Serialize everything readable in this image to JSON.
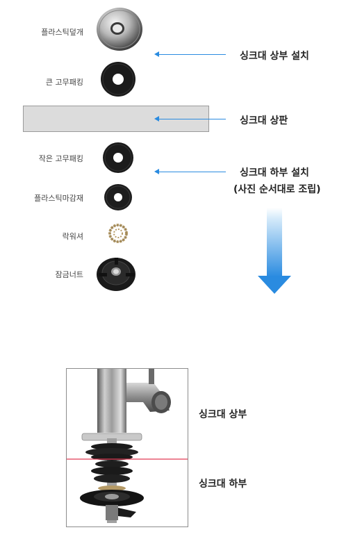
{
  "parts": [
    {
      "label": "플라스틱덮개",
      "icon": "chrome-cover-icon"
    },
    {
      "label": "큰 고무패킹",
      "icon": "large-rubber-gasket-icon"
    },
    {
      "label": "작은 고무패킹",
      "icon": "small-rubber-gasket-icon"
    },
    {
      "label": "플라스틱마감재",
      "icon": "plastic-finish-ring-icon"
    },
    {
      "label": "락워셔",
      "icon": "lock-washer-icon"
    },
    {
      "label": "잠금너트",
      "icon": "lock-nut-icon"
    }
  ],
  "callouts": {
    "top_install": "싱크대 상부 설치",
    "sink_plate": "싱크대 상판",
    "bottom_install": "싱크대 하부 설치",
    "bottom_install_note": "(사진 순서대로 조립)"
  },
  "photo": {
    "top_label": "싱크대 상부",
    "bottom_label": "싱크대 하부"
  },
  "colors": {
    "arrow": "#2a8be0",
    "big_arrow_top": "#d6ebfa",
    "big_arrow_bottom": "#2a8be0",
    "divider_line": "#e03a55",
    "plate": "#dcdcdc"
  }
}
